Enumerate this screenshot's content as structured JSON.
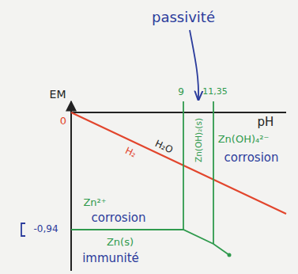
{
  "diagram": {
    "labels": [
      "passivité",
      "EM",
      "9",
      "11,35",
      "0",
      "pH",
      "H₂O",
      "H₂",
      "Zn(OH)₂(s)",
      "Zn(OH)₄²⁻",
      "Zn²⁺",
      "corrosion",
      "corrosion",
      "-0,94",
      "Zn(s)",
      "immunité"
    ]
  }
}
